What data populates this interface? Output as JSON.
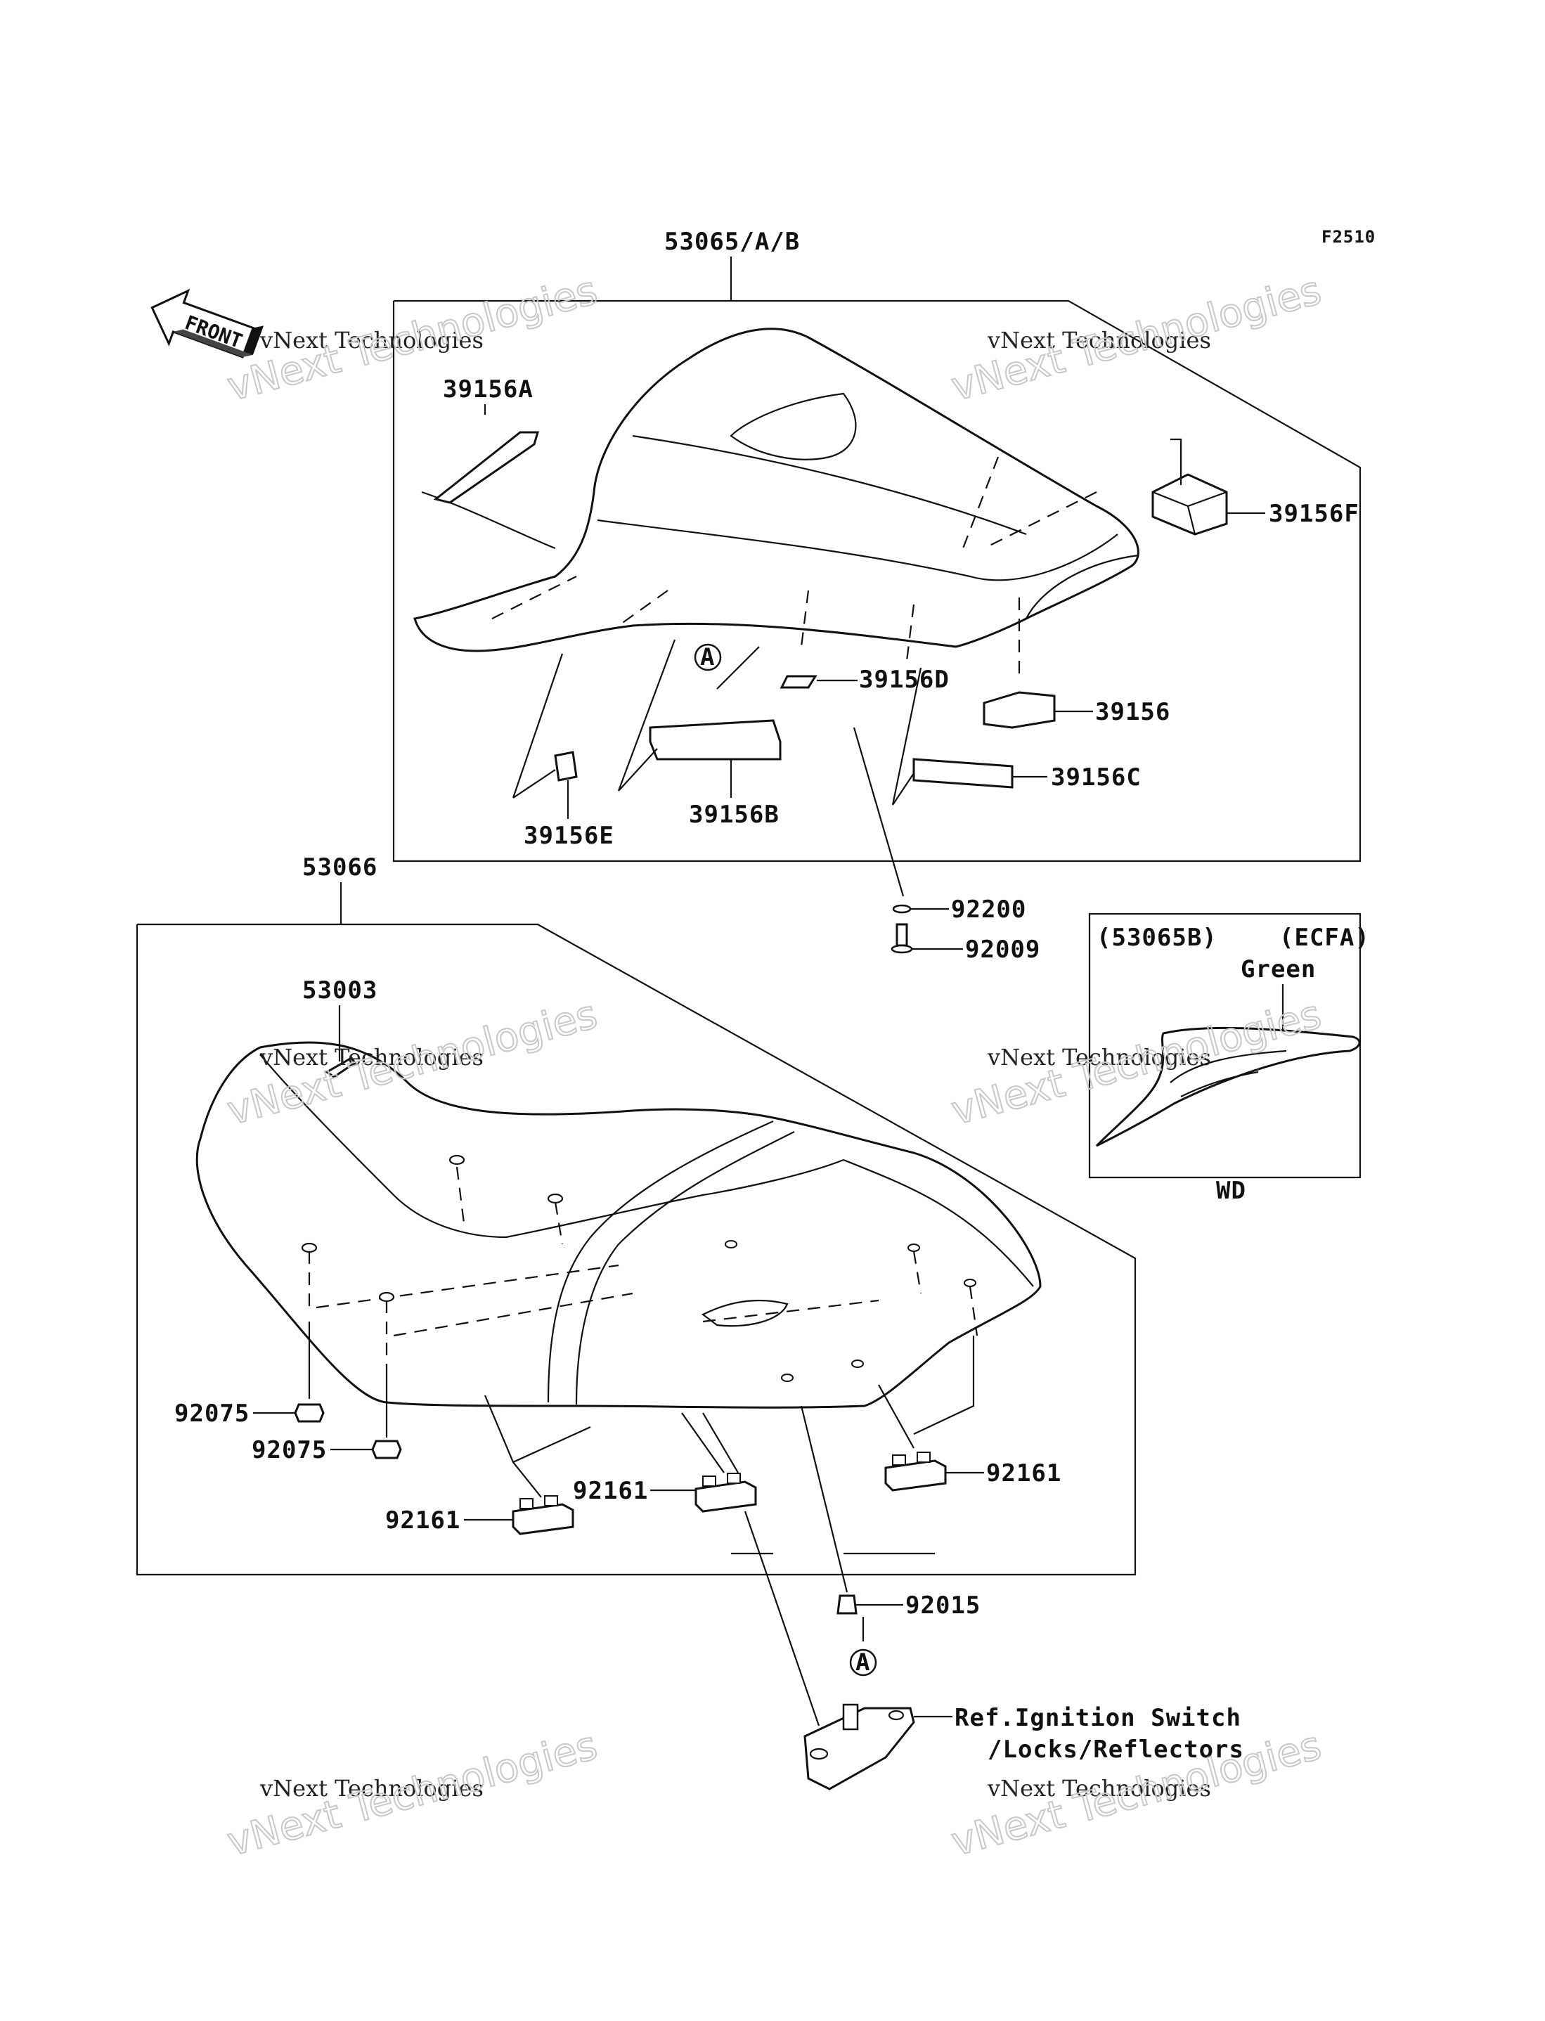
{
  "figure_code": "F2510",
  "front_badge": "FRONT",
  "watermark": {
    "line1": "vNext Technologies",
    "line2": "vNext Technologies"
  },
  "labels": {
    "l53065": "53065/A/B",
    "l39156A": "39156A",
    "l39156F": "39156F",
    "l39156D": "39156D",
    "l39156": "39156",
    "l39156C": "39156C",
    "l39156B": "39156B",
    "l39156E": "39156E",
    "l92200": "92200",
    "l92009": "92009",
    "l53066": "53066",
    "l53003": "53003",
    "l92075a": "92075",
    "l92075b": "92075",
    "l92161a": "92161",
    "l92161b": "92161",
    "l92161c": "92161",
    "l92015": "92015",
    "ref_a_top": "A",
    "ref_a_bottom": "A",
    "ref_line1": "Ref.Ignition Switch",
    "ref_line2": "/Locks/Reflectors"
  },
  "inset": {
    "model": "(53065B)",
    "market": "(ECFA)",
    "color": "Green",
    "caption": "WD"
  }
}
